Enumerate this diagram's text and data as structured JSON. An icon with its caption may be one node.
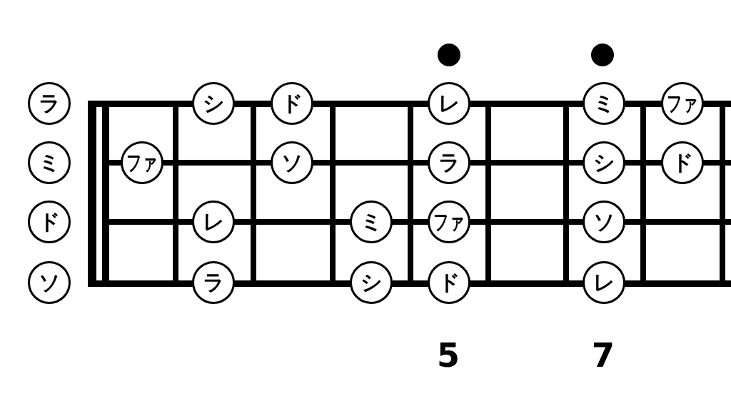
{
  "diagram": {
    "nodes": [
      {
        "text": [
          "ラ"
        ]
      },
      {
        "text": [
          "シ"
        ]
      },
      {
        "text": [
          "ド"
        ]
      },
      {
        "text": [
          "レ"
        ]
      },
      {
        "text": [
          "ミ"
        ]
      },
      {
        "text": [
          "ファ"
        ]
      },
      {
        "text": [
          "ミ"
        ]
      },
      {
        "text": [
          "ファ"
        ]
      },
      {
        "text": [
          "ソ"
        ]
      },
      {
        "text": [
          "ラ"
        ]
      },
      {
        "text": [
          "シ"
        ]
      },
      {
        "text": [
          "ド"
        ]
      },
      {
        "text": [
          "ド"
        ]
      },
      {
        "text": [
          "レ"
        ]
      },
      {
        "text": [
          "ミ"
        ]
      },
      {
        "text": [
          "ファ"
        ]
      },
      {
        "text": [
          "ソ"
        ]
      },
      {
        "text": [
          "ソ"
        ]
      },
      {
        "text": [
          "ラ"
        ]
      },
      {
        "text": [
          "シ"
        ]
      },
      {
        "text": [
          "ド"
        ]
      },
      {
        "text": [
          "レ"
        ]
      }
    ],
    "labels": [
      "5",
      "7"
    ]
  }
}
